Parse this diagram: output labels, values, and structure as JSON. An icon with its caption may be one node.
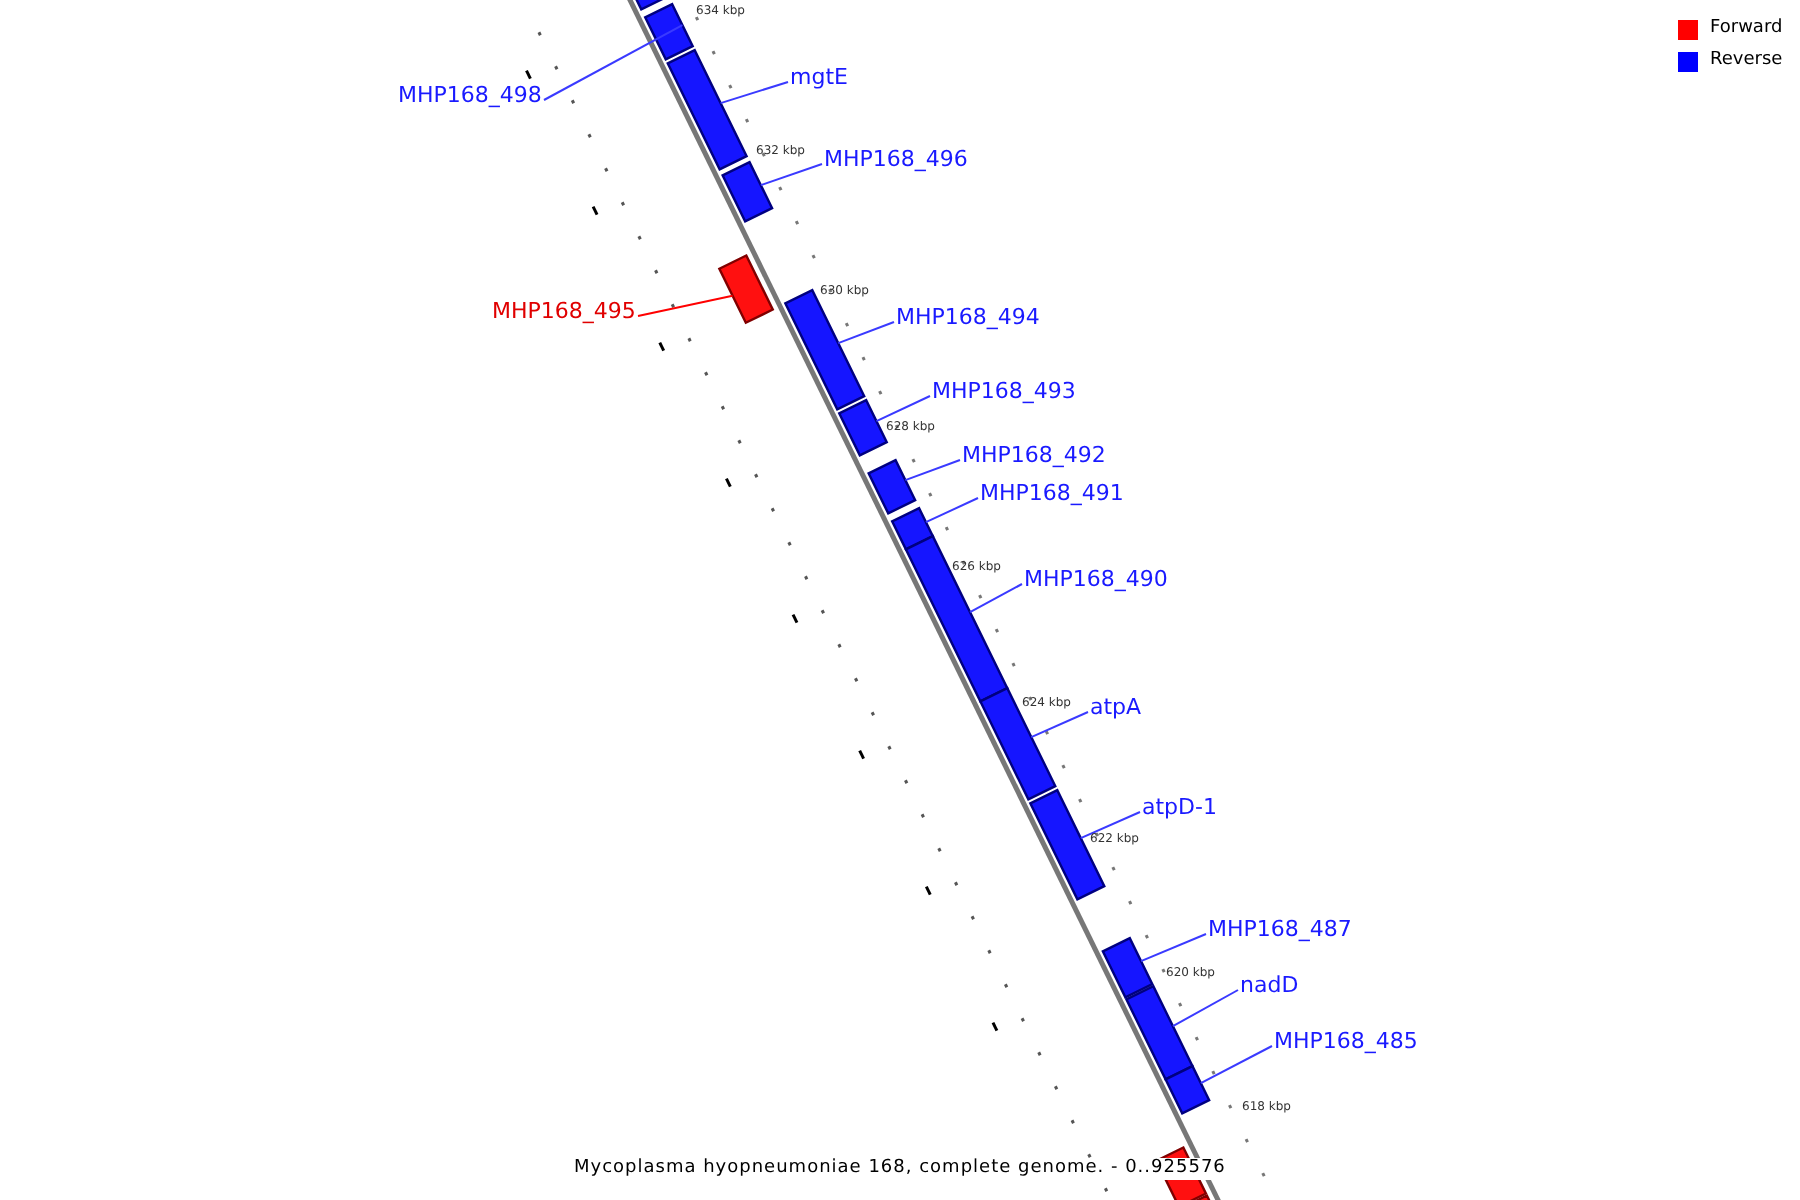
{
  "diagram": {
    "caption": "Mycoplasma hyopneumoniae 168, complete genome. - 0..925576",
    "nodes": [
      {
        "text": [],
        "shape": "bar"
      },
      {
        "text": [],
        "shape": "bar"
      },
      {
        "text": [],
        "shape": "bar"
      },
      {
        "text": [],
        "shape": "bar"
      },
      {
        "text": [],
        "shape": "bar"
      },
      {
        "text": [],
        "shape": "bar"
      },
      {
        "text": [],
        "shape": "bar"
      },
      {
        "text": [],
        "shape": "bar"
      },
      {
        "text": [],
        "shape": "bar"
      },
      {
        "text": [],
        "shape": "bar"
      },
      {
        "text": [],
        "shape": "bar"
      },
      {
        "text": [],
        "shape": "bar"
      },
      {
        "text": [],
        "shape": "bar"
      },
      {
        "text": [],
        "shape": "bar"
      },
      {
        "text": [],
        "shape": "bar"
      },
      {
        "text": [],
        "shape": "bar"
      },
      {
        "text": [],
        "shape": "bar"
      },
      {
        "text": [
          "MHP168_498"
        ]
      },
      {
        "text": [
          "mgtE"
        ]
      },
      {
        "text": [
          "MHP168_496"
        ]
      },
      {
        "text": [
          "MHP168_495"
        ]
      },
      {
        "text": [
          "MHP168_494"
        ]
      },
      {
        "text": [
          "MHP168_493"
        ]
      },
      {
        "text": [
          "MHP168_492"
        ]
      },
      {
        "text": [
          "MHP168_491"
        ]
      },
      {
        "text": [
          "MHP168_490"
        ]
      },
      {
        "text": [
          "atpA"
        ]
      },
      {
        "text": [
          "atpD-1"
        ]
      },
      {
        "text": [
          "MHP168_487"
        ]
      },
      {
        "text": [
          "nadD"
        ]
      },
      {
        "text": [
          "MHP168_485"
        ]
      }
    ],
    "edges": [
      {
        "from": 17,
        "to": 1,
        "arrow": "none"
      },
      {
        "from": 18,
        "to": 2,
        "arrow": "none"
      },
      {
        "from": 19,
        "to": 3,
        "arrow": "none"
      },
      {
        "from": 20,
        "to": 4,
        "arrow": "none",
        "color": "#ff0000"
      },
      {
        "from": 21,
        "to": 5,
        "arrow": "none"
      },
      {
        "from": 22,
        "to": 6,
        "arrow": "none"
      },
      {
        "from": 23,
        "to": 7,
        "arrow": "none"
      },
      {
        "from": 24,
        "to": 8,
        "arrow": "none"
      },
      {
        "from": 25,
        "to": 9,
        "arrow": "none"
      },
      {
        "from": 26,
        "to": 10,
        "arrow": "none"
      },
      {
        "from": 27,
        "to": 11,
        "arrow": "none"
      },
      {
        "from": 28,
        "to": 12,
        "arrow": "none"
      },
      {
        "from": 29,
        "to": 13,
        "arrow": "none"
      },
      {
        "from": 30,
        "to": 14,
        "arrow": "none"
      }
    ],
    "labels": [
      "634 kbp",
      "632 kbp",
      "630 kbp",
      "628 kbp",
      "626 kbp",
      "624 kbp",
      "622 kbp",
      "620 kbp",
      "618 kbp"
    ],
    "legend": [
      {
        "text": "Forward",
        "color": "#ff0000"
      },
      {
        "text": "Reverse",
        "color": "#0000ff"
      }
    ]
  }
}
